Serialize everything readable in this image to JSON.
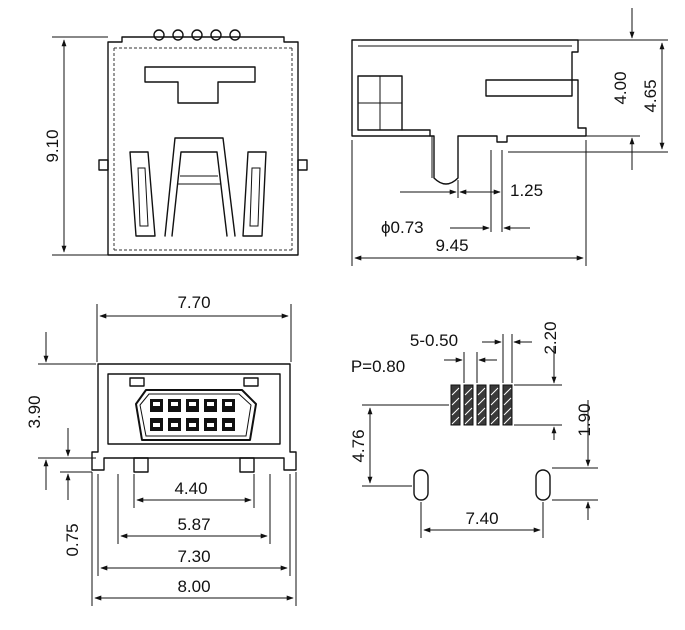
{
  "top_view": {
    "height_label": "9.10"
  },
  "side_view": {
    "height_400": "4.00",
    "height_465": "4.65",
    "pin_offset": "1.25",
    "pin_diameter": "ϕ0.73",
    "length": "9.45"
  },
  "front_view": {
    "width_770": "7.70",
    "height_390": "3.90",
    "leg_075": "0.75",
    "span_440": "4.40",
    "span_587": "5.87",
    "span_730": "7.30",
    "width_800": "8.00"
  },
  "footprint": {
    "pad_spec": "5-0.50",
    "pad_length": "2.20",
    "pitch": "P=0.80",
    "peg_offset": "1.90",
    "row_to_peg": "4.76",
    "peg_span": "7.40"
  }
}
